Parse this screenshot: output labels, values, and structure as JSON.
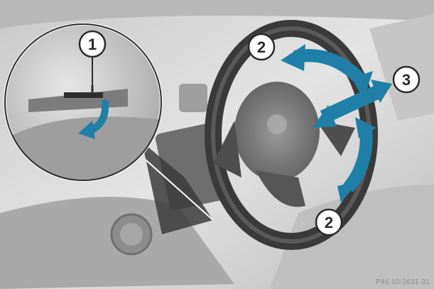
{
  "callouts": {
    "c1": "1",
    "c2_top": "2",
    "c2_bottom": "2",
    "c3": "3"
  },
  "figure_code": "P46.10-2631-31",
  "colors": {
    "arrow": "#1f7fa6",
    "arrow_edge": "#155f7e",
    "callout_fill": "#ffffff",
    "callout_stroke": "#2a2a2a"
  }
}
